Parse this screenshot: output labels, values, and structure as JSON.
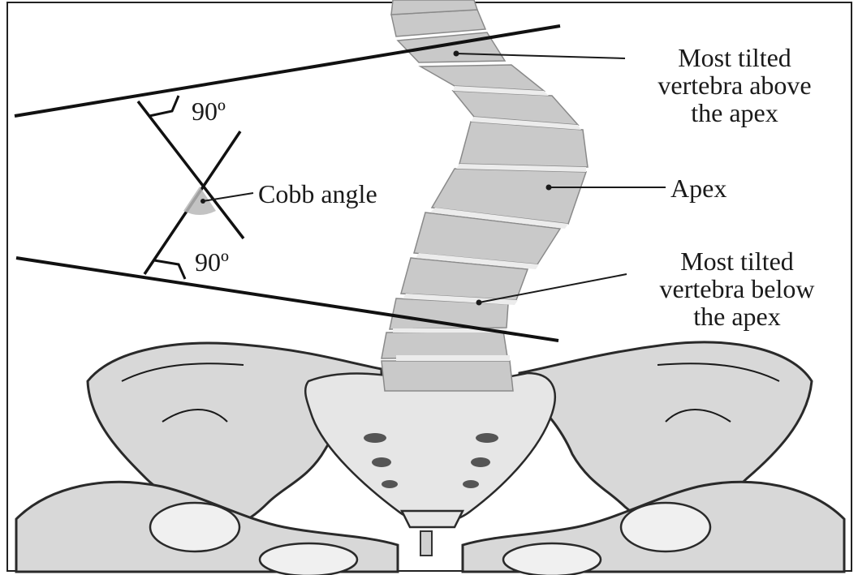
{
  "labels": {
    "upper_vertebra": [
      "Most tilted",
      "vertebra above",
      "the apex"
    ],
    "apex": "Apex",
    "lower_vertebra": [
      "Most tilted",
      "vertebra below",
      "the apex"
    ],
    "cobb_angle": "Cobb angle",
    "upper_right_angle": "90º",
    "lower_right_angle": "90º"
  },
  "colors": {
    "bone_fill": "#d8d8d8",
    "outline": "#1a1a1a",
    "cobb_wedge": "#b8b8b8"
  }
}
